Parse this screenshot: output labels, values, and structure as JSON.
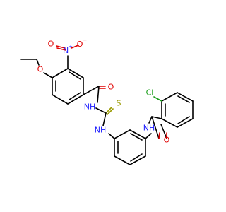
{
  "molecule": {
    "atoms": {
      "nitro_n": "N",
      "nitro_n_charge": "+",
      "nitro_o_left": "O",
      "nitro_o_right": "O",
      "nitro_o_right_charge": "−",
      "ether_o": "O",
      "amide_o1": "O",
      "amide_nh1": "NH",
      "thio_s": "S",
      "thio_nh": "NH",
      "amide_nh2": "NH",
      "chloro": "Cl",
      "amide_o2": "O"
    },
    "colors": {
      "carbon": "#000000",
      "nitrogen": "#1a1aff",
      "oxygen": "#e00000",
      "sulfur": "#9a9a00",
      "chlorine": "#1a9e1a"
    }
  }
}
